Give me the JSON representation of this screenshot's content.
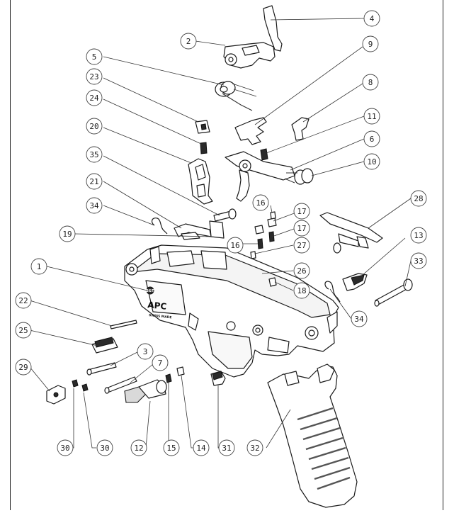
{
  "brand": {
    "logo_text": "B&T",
    "model": "APC",
    "caption": "SWISS MADE"
  },
  "callouts": [
    {
      "id": "4",
      "label": "4"
    },
    {
      "id": "2",
      "label": "2"
    },
    {
      "id": "9",
      "label": "9"
    },
    {
      "id": "5",
      "label": "5"
    },
    {
      "id": "23",
      "label": "23"
    },
    {
      "id": "8",
      "label": "8"
    },
    {
      "id": "24",
      "label": "24"
    },
    {
      "id": "11",
      "label": "11"
    },
    {
      "id": "20",
      "label": "20"
    },
    {
      "id": "6",
      "label": "6"
    },
    {
      "id": "35",
      "label": "35"
    },
    {
      "id": "10",
      "label": "10"
    },
    {
      "id": "21",
      "label": "21"
    },
    {
      "id": "28",
      "label": "28"
    },
    {
      "id": "16a",
      "label": "16"
    },
    {
      "id": "34a",
      "label": "34"
    },
    {
      "id": "17a",
      "label": "17"
    },
    {
      "id": "17b",
      "label": "17"
    },
    {
      "id": "19",
      "label": "19"
    },
    {
      "id": "16b",
      "label": "16"
    },
    {
      "id": "13",
      "label": "13"
    },
    {
      "id": "27",
      "label": "27"
    },
    {
      "id": "33",
      "label": "33"
    },
    {
      "id": "1",
      "label": "1"
    },
    {
      "id": "26",
      "label": "26"
    },
    {
      "id": "18",
      "label": "18"
    },
    {
      "id": "22",
      "label": "22"
    },
    {
      "id": "34b",
      "label": "34"
    },
    {
      "id": "25",
      "label": "25"
    },
    {
      "id": "3",
      "label": "3"
    },
    {
      "id": "29",
      "label": "29"
    },
    {
      "id": "7",
      "label": "7"
    },
    {
      "id": "30a",
      "label": "30"
    },
    {
      "id": "30b",
      "label": "30"
    },
    {
      "id": "12",
      "label": "12"
    },
    {
      "id": "15",
      "label": "15"
    },
    {
      "id": "14",
      "label": "14"
    },
    {
      "id": "31",
      "label": "31"
    },
    {
      "id": "32",
      "label": "32"
    }
  ]
}
